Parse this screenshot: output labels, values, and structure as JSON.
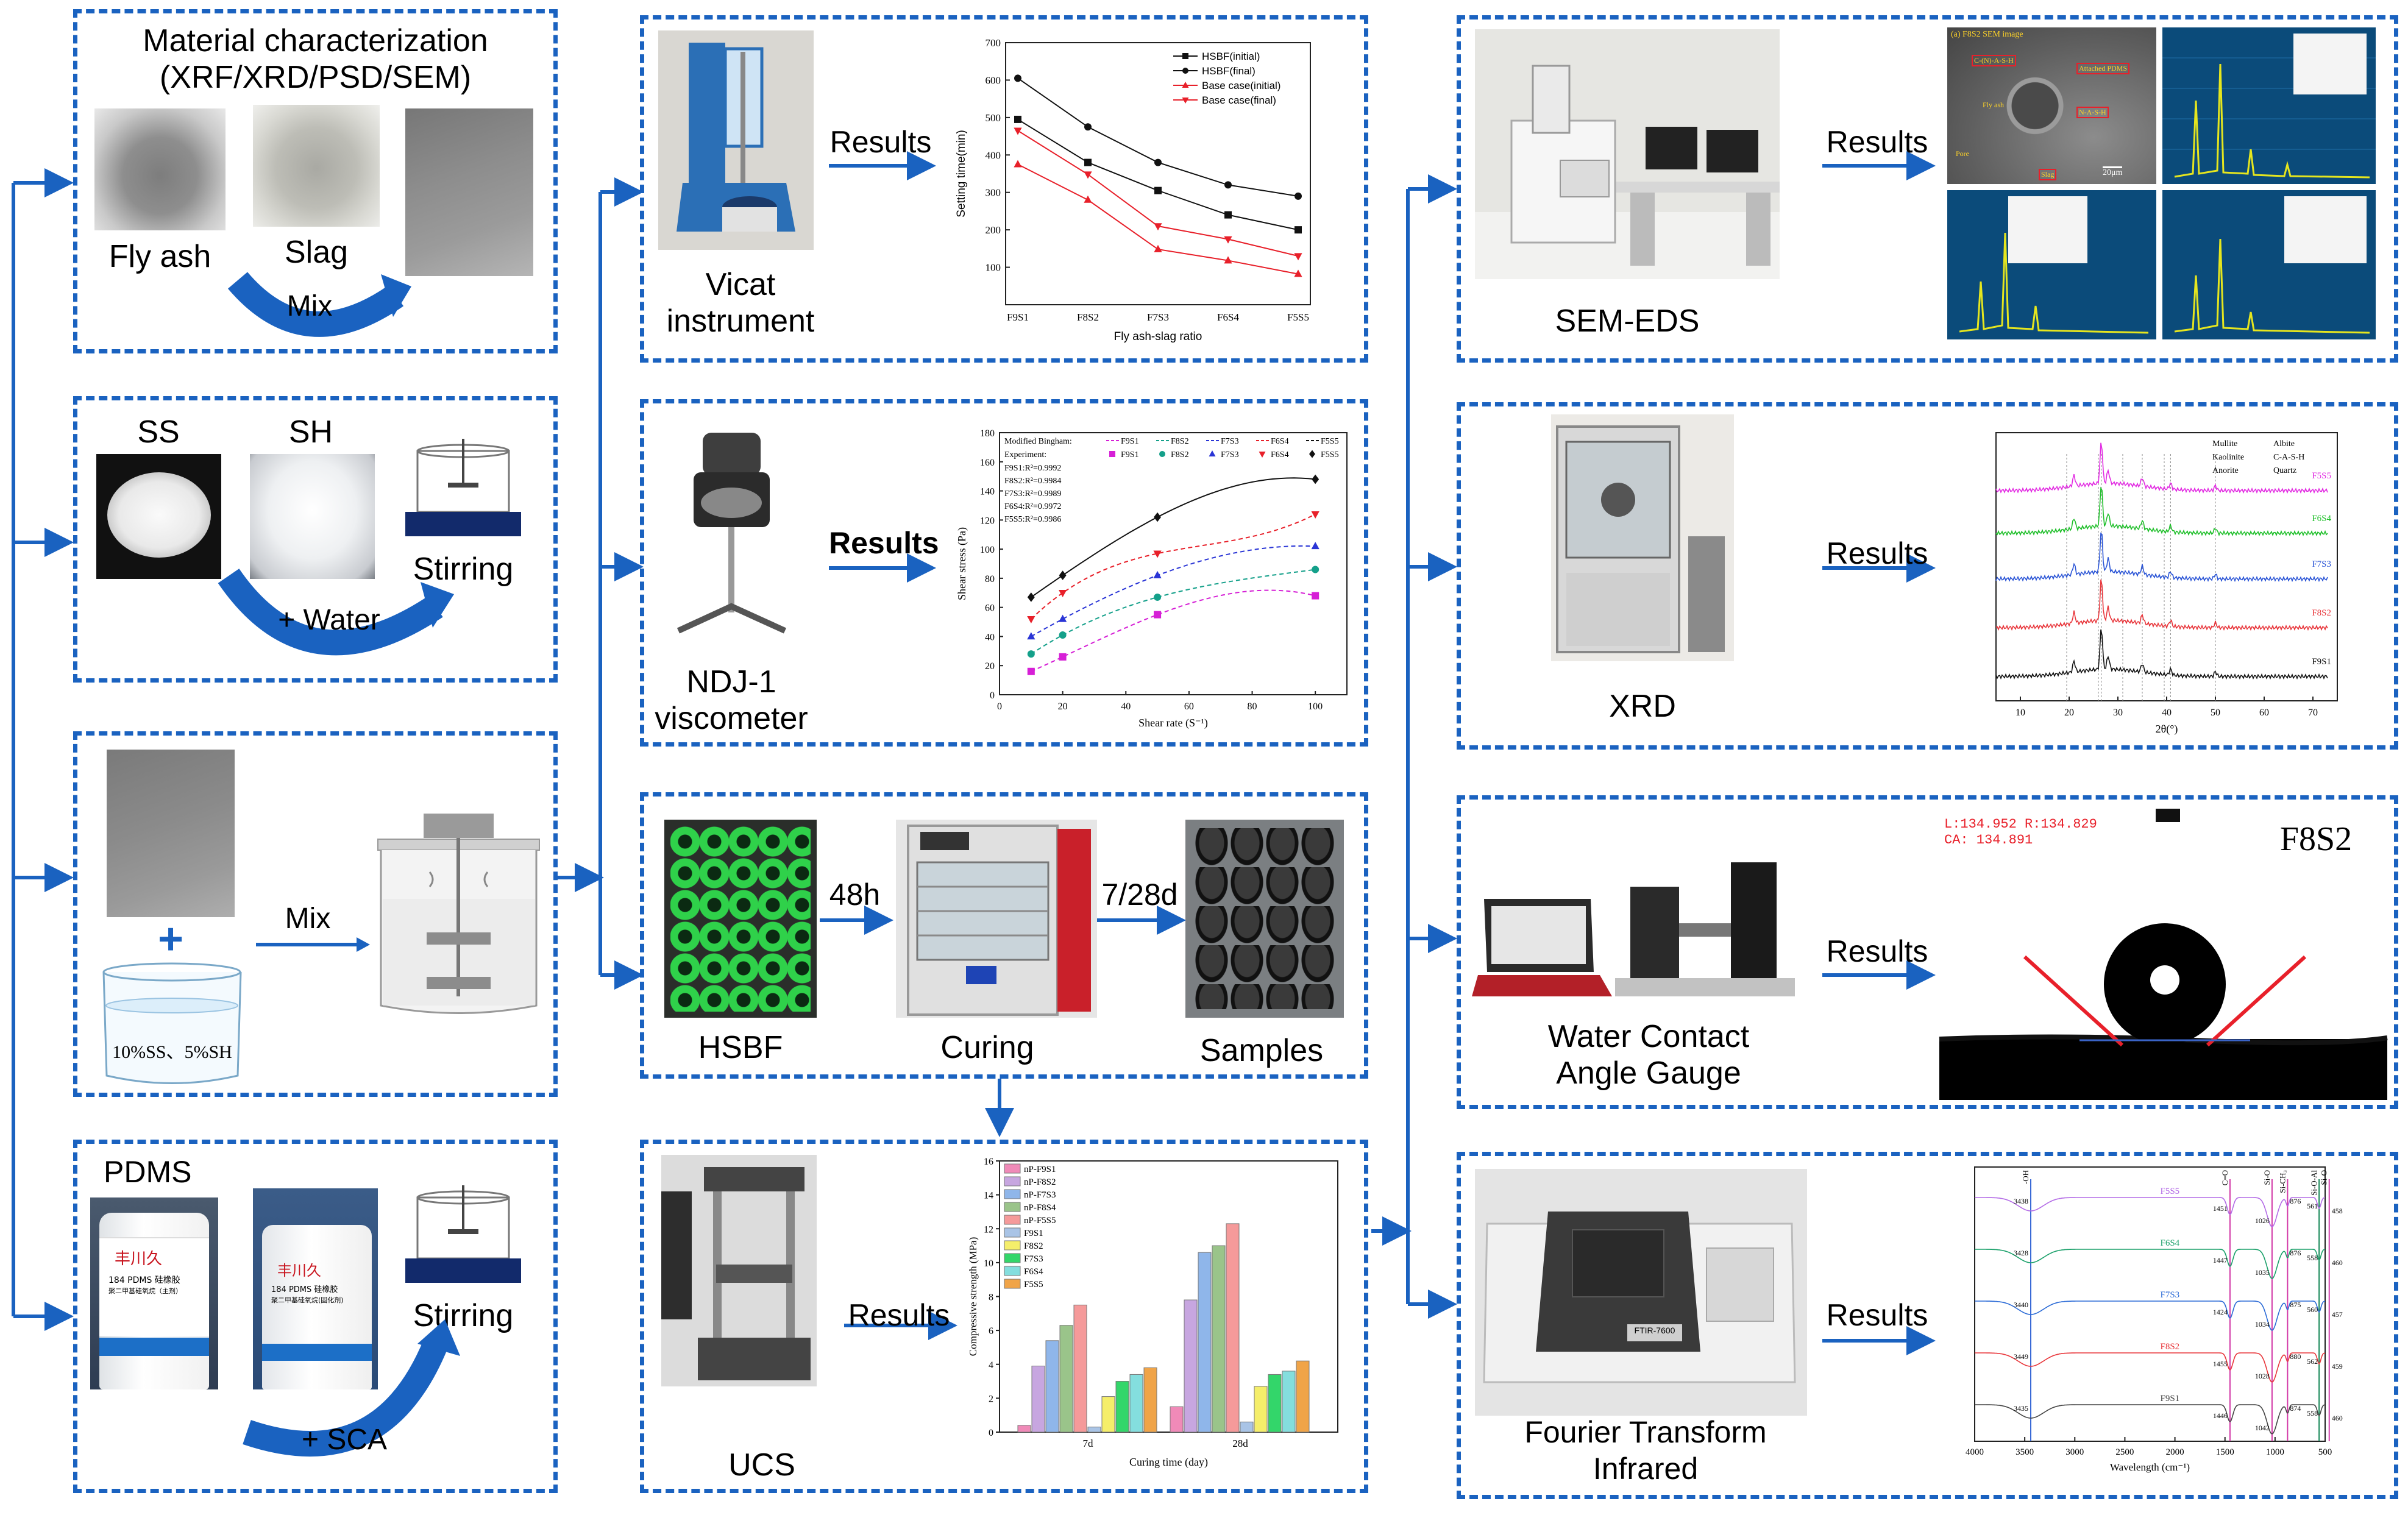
{
  "colors": {
    "accent": "#1a62c0"
  },
  "left": {
    "materials": {
      "title": "Material characterization",
      "subtitle": "(XRF/XRD/PSD/SEM)",
      "fly_ash": "Fly ash",
      "slag": "Slag",
      "mix": "Mix"
    },
    "activator": {
      "ss": "SS",
      "sh": "SH",
      "water": "+ Water",
      "stirring": "Stirring"
    },
    "mixing": {
      "plus": "+",
      "solution": "10%SS、5%SH",
      "mix": "Mix"
    },
    "pdms": {
      "pdms": "PDMS",
      "bottle1_brand": "丰川久",
      "bottle1_text": "184 PDMS 硅橡胶",
      "bottle1_text2": "聚二甲基硅氧烷（主剂）",
      "bottle2_brand": "丰川久",
      "bottle2_text": "184 PDMS 硅橡胶",
      "bottle2_text2": "聚二甲基硅氧烷(固化剂)",
      "stirring": "Stirring",
      "sca": "+ SCA"
    }
  },
  "middle": {
    "vicat": {
      "label1": "Vicat",
      "label2": "instrument",
      "results": "Results"
    },
    "viscometer": {
      "label1": "NDJ-1",
      "label2": "viscometer",
      "results": "Results"
    },
    "curing": {
      "hsbf": "HSBF",
      "curing": "Curing",
      "samples": "Samples",
      "t1": "48h",
      "t2": "7/28d"
    },
    "ucs": {
      "label": "UCS",
      "results": "Results"
    }
  },
  "right": {
    "sem": {
      "label": "SEM-EDS",
      "results": "Results",
      "img_title": "(a) F8S2 SEM image",
      "tags": [
        "C-(N)-A-S-H",
        "Attached PDMS",
        "Fly ash",
        "N-A-S-H",
        "Pore",
        "Slag"
      ],
      "scale": "20μm"
    },
    "xrd": {
      "label": "XRD",
      "results": "Results"
    },
    "contact": {
      "label1": "Water Contact",
      "label2": "Angle Gauge",
      "results": "Results",
      "sample": "F8S2",
      "readout1": "L:134.952  R:134.829",
      "readout2": "CA: 134.891"
    },
    "ftir": {
      "label1": "Fourier Transform",
      "label2": "Infrared",
      "results": "Results",
      "device": "FTIR-7600"
    }
  },
  "chart_data": [
    {
      "type": "line",
      "id": "setting_time",
      "categories": [
        "F9S1",
        "F8S2",
        "F7S3",
        "F6S4",
        "F5S5"
      ],
      "xlabel": "Fly ash-slag ratio",
      "ylabel": "Setting time(min)",
      "ylim": [
        0,
        700
      ],
      "yticks": [
        100,
        200,
        300,
        400,
        500,
        600,
        700
      ],
      "series": [
        {
          "name": "HSBF(initial)",
          "color": "#111111",
          "marker": "square",
          "values": [
            495,
            380,
            305,
            240,
            200
          ]
        },
        {
          "name": "HSBF(final)",
          "color": "#111111",
          "marker": "circle",
          "values": [
            605,
            475,
            380,
            320,
            290
          ]
        },
        {
          "name": "Base case(initial)",
          "color": "#e8202a",
          "marker": "triangle",
          "values": [
            375,
            280,
            148,
            118,
            82
          ]
        },
        {
          "name": "Base case(final)",
          "color": "#e8202a",
          "marker": "tri-down",
          "values": [
            465,
            348,
            210,
            175,
            130
          ]
        }
      ]
    },
    {
      "type": "scatter",
      "id": "rheology",
      "xlabel": "Shear rate (S⁻¹)",
      "ylabel": "Shear stress (Pa)",
      "xlim": [
        0,
        110
      ],
      "ylim": [
        0,
        180
      ],
      "xticks": [
        0,
        20,
        40,
        60,
        80,
        100
      ],
      "yticks": [
        0,
        20,
        40,
        60,
        80,
        100,
        120,
        140,
        160,
        180
      ],
      "legend_fit": "Modified Bingham:",
      "legend_exp": "Experiment:",
      "r2": [
        "F9S1:R²=0.9992",
        "F8S2:R²=0.9984",
        "F7S3:R²=0.9989",
        "F6S4:R²=0.9972",
        "F5S5:R²=0.9986"
      ],
      "x": [
        10,
        20,
        50,
        100
      ],
      "series": [
        {
          "name": "F9S1",
          "color": "#d61fd6",
          "marker": "square",
          "values": [
            16,
            26,
            55,
            68
          ]
        },
        {
          "name": "F8S2",
          "color": "#14a08a",
          "marker": "circle",
          "values": [
            28,
            41,
            67,
            86
          ]
        },
        {
          "name": "F7S3",
          "color": "#2a35d6",
          "marker": "triangle",
          "values": [
            40,
            52,
            82,
            102
          ]
        },
        {
          "name": "F6S4",
          "color": "#e8202a",
          "marker": "tri-down",
          "values": [
            52,
            70,
            97,
            124
          ]
        },
        {
          "name": "F5S5",
          "color": "#111111",
          "marker": "diamond",
          "values": [
            67,
            82,
            122,
            148
          ]
        }
      ]
    },
    {
      "type": "bar",
      "id": "ucs",
      "categories": [
        "7d",
        "28d"
      ],
      "xlabel": "Curing time (day)",
      "ylabel": "Compressive strength (MPa)",
      "ylim": [
        0,
        16
      ],
      "yticks": [
        0,
        2,
        4,
        6,
        8,
        10,
        12,
        14,
        16
      ],
      "series": [
        {
          "name": "nP-F9S1",
          "color": "#f08ab8",
          "values": [
            0.4,
            1.5
          ]
        },
        {
          "name": "nP-F8S2",
          "color": "#c7a6e0",
          "values": [
            3.9,
            7.8
          ]
        },
        {
          "name": "nP-F7S3",
          "color": "#8fb6ea",
          "values": [
            5.4,
            10.6
          ]
        },
        {
          "name": "nP-F8S4",
          "color": "#9ac48a",
          "values": [
            6.3,
            11.0
          ]
        },
        {
          "name": "nP-F5S5",
          "color": "#f59a9a",
          "values": [
            7.5,
            12.3
          ]
        },
        {
          "name": "F9S1",
          "color": "#a9c4e6",
          "values": [
            0.3,
            0.6
          ]
        },
        {
          "name": "F8S2",
          "color": "#f5ee6a",
          "values": [
            2.1,
            2.7
          ]
        },
        {
          "name": "F7S3",
          "color": "#33d66a",
          "values": [
            3.0,
            3.4
          ]
        },
        {
          "name": "F6S4",
          "color": "#84dede",
          "values": [
            3.4,
            3.6
          ]
        },
        {
          "name": "F5S5",
          "color": "#f0a448",
          "values": [
            3.8,
            4.2
          ]
        }
      ]
    },
    {
      "type": "line",
      "id": "xrd",
      "xlabel": "2θ(°)",
      "xlim": [
        5,
        75
      ],
      "xticks": [
        10,
        20,
        30,
        40,
        50,
        60,
        70
      ],
      "legend": [
        "Mullite",
        "Albite",
        "Kaolinite",
        "C-A-S-H",
        "Anorite",
        "Quartz"
      ],
      "series": [
        {
          "name": "F5S5",
          "color": "#e22be2"
        },
        {
          "name": "F6S4",
          "color": "#1fbf2a"
        },
        {
          "name": "F7S3",
          "color": "#2b55d6"
        },
        {
          "name": "F8S2",
          "color": "#e8353a"
        },
        {
          "name": "F9S1",
          "color": "#111111"
        }
      ]
    },
    {
      "type": "line",
      "id": "ftir",
      "xlabel": "Wavelength (cm⁻¹)",
      "xlim": [
        4000,
        500
      ],
      "xticks": [
        4000,
        3500,
        3000,
        2500,
        2000,
        1500,
        1000,
        500
      ],
      "band_labels": [
        "-OH",
        "C=O",
        "Si-O",
        "Si-CH₃",
        "Si-O-Al",
        "Si-O"
      ],
      "series": [
        {
          "name": "F5S5",
          "color": "#b36be6",
          "peaks": [
            "3438",
            "1451",
            "1026",
            "876",
            "561",
            "458"
          ]
        },
        {
          "name": "F6S4",
          "color": "#1aa06a",
          "peaks": [
            "3428",
            "1447",
            "1035",
            "876",
            "558",
            "460"
          ]
        },
        {
          "name": "F7S3",
          "color": "#2a6ad6",
          "peaks": [
            "3440",
            "1424",
            "1034",
            "875",
            "560",
            "457"
          ]
        },
        {
          "name": "F8S2",
          "color": "#e8353a",
          "peaks": [
            "3449",
            "1455",
            "1028",
            "880",
            "562",
            "459"
          ]
        },
        {
          "name": "F9S1",
          "color": "#444444",
          "peaks": [
            "3435",
            "1446",
            "1042",
            "874",
            "558",
            "460"
          ]
        }
      ]
    }
  ]
}
